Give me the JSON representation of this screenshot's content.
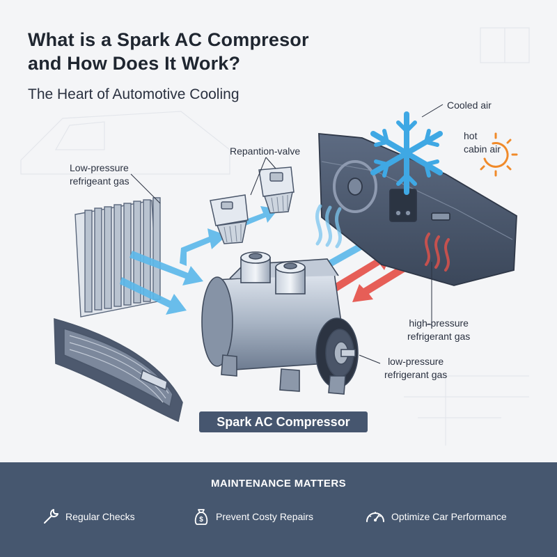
{
  "header": {
    "title_line1": "What is a Spark AC Compresor",
    "title_line2": "and How Does It Work?",
    "subtitle": "The Heart of Automotive Cooling"
  },
  "labels": {
    "cooled_air": "Cooled air",
    "hot_cabin_air_1": "hot",
    "hot_cabin_air_2": "cabin air",
    "expansion_valve": "Repantion-valve",
    "low_pressure_top_1": "Low-pressure",
    "low_pressure_top_2": "refrigeant gas",
    "high_pressure_1": "high-pressure",
    "high_pressure_2": "refrigerant gas",
    "low_pressure_bottom_1": "low-pressure",
    "low_pressure_bottom_2": "refrigerant gas",
    "compressor_badge": "Spark AC Compressor"
  },
  "footer": {
    "title": "MAINTENANCE MATTERS",
    "items": [
      {
        "icon": "wrench-icon",
        "label": "Regular Checks"
      },
      {
        "icon": "money-bag-icon",
        "label": "Prevent Costy Repairs"
      },
      {
        "icon": "gauge-icon",
        "label": "Optimize Car Performance"
      }
    ]
  },
  "colors": {
    "cold_flow": "#5bb8ea",
    "hot_flow": "#e5524a",
    "footer_bg": "#46576f",
    "badge_bg": "#46566f",
    "sun": "#f08a2a"
  }
}
